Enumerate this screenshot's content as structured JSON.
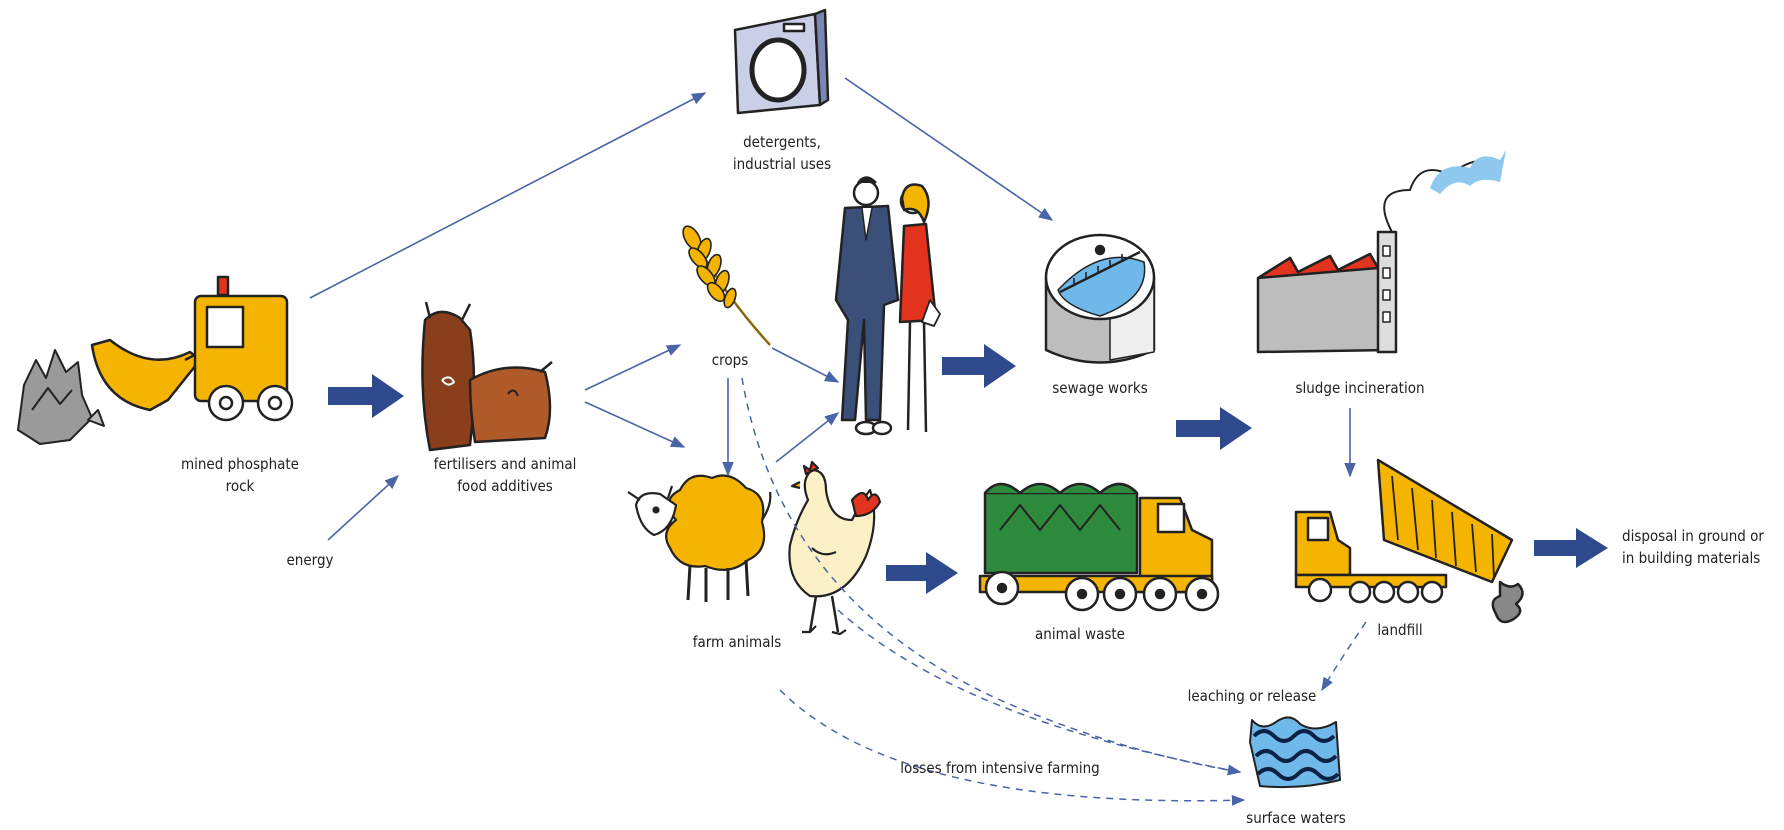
{
  "nodes": {
    "mined_rock": {
      "line1": "mined phosphate",
      "line2": "rock"
    },
    "fertilisers": {
      "line1": "fertilisers and animal",
      "line2": "food additives"
    },
    "energy": "energy",
    "detergents": {
      "line1": "detergents,",
      "line2": "industrial uses"
    },
    "crops": "crops",
    "farm_animals": "farm animals",
    "sewage": "sewage works",
    "sludge": "sludge incineration",
    "animal_waste": "animal waste",
    "landfill": "landfill",
    "disposal": {
      "line1": "disposal in ground or",
      "line2": "in building materials"
    },
    "leaching": "leaching or release",
    "losses": "losses from intensive farming",
    "surface_waters": "surface waters"
  },
  "colors": {
    "arrow": "#2e4a8c",
    "thin_arrow": "#4a64a8",
    "yellow": "#f5b400",
    "brown": "#8a3f1c",
    "green": "#2e8b3e",
    "red": "#e2331f",
    "water_blue": "#6fb9ea",
    "navy_suit": "#3b5078"
  }
}
